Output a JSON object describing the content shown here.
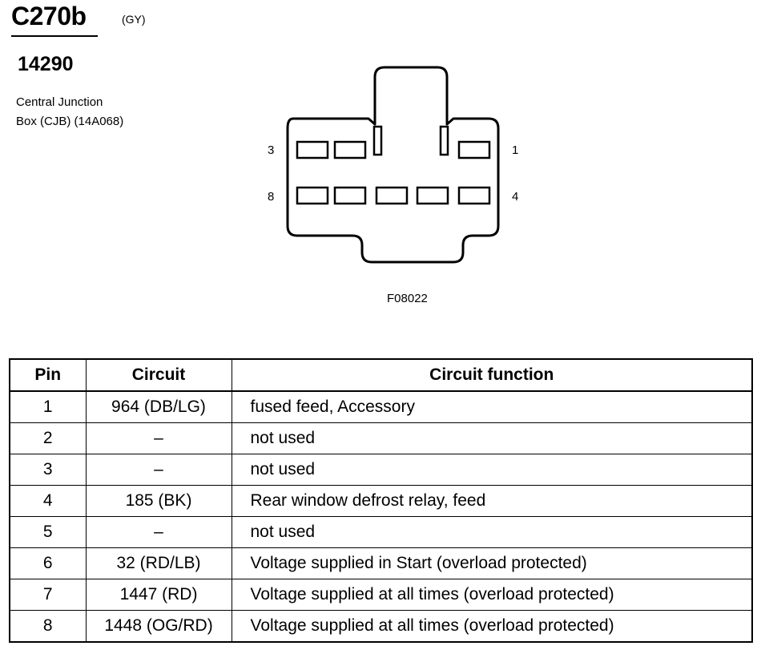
{
  "header": {
    "connector_id": "C270b",
    "connector_color": "(GY)",
    "part_number": "14290",
    "description_line1": "Central Junction",
    "description_line2": "Box (CJB) (14A068)"
  },
  "diagram": {
    "pin_labels": {
      "top_left": "3",
      "top_right": "1",
      "bottom_left": "8",
      "bottom_right": "4"
    },
    "figure_code": "F08022"
  },
  "table": {
    "headers": [
      "Pin",
      "Circuit",
      "Circuit function"
    ],
    "rows": [
      {
        "pin": "1",
        "circuit": "964 (DB/LG)",
        "function": "fused feed, Accessory"
      },
      {
        "pin": "2",
        "circuit": "–",
        "function": "not used"
      },
      {
        "pin": "3",
        "circuit": "–",
        "function": "not used"
      },
      {
        "pin": "4",
        "circuit": "185 (BK)",
        "function": "Rear window defrost relay, feed"
      },
      {
        "pin": "5",
        "circuit": "–",
        "function": "not used"
      },
      {
        "pin": "6",
        "circuit": "32 (RD/LB)",
        "function": "Voltage supplied in Start (overload protected)"
      },
      {
        "pin": "7",
        "circuit": "1447 (RD)",
        "function": "Voltage supplied at all times (overload protected)"
      },
      {
        "pin": "8",
        "circuit": "1448 (OG/RD)",
        "function": "Voltage supplied at all times (overload protected)"
      }
    ]
  }
}
